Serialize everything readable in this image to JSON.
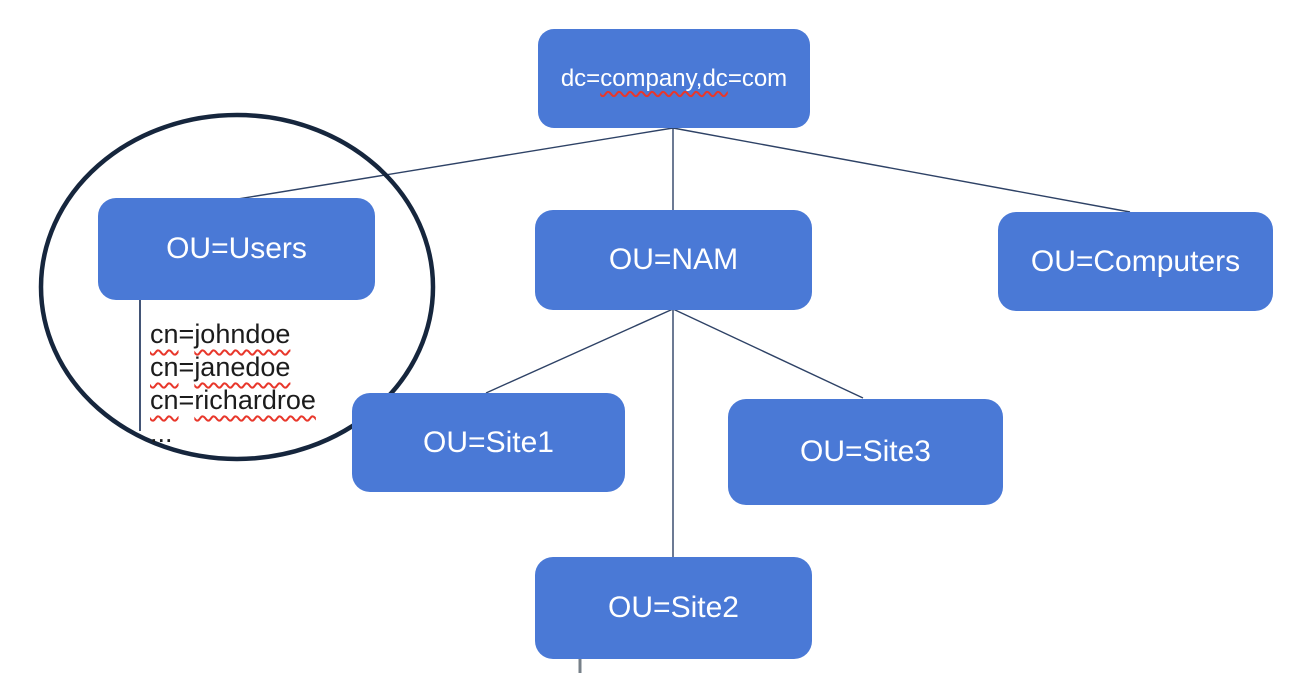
{
  "diagram": {
    "root": {
      "label": "dc=company,dc=com",
      "label_parts": {
        "prefix": "dc=",
        "misspelled": "company,dc",
        "suffix": "=com"
      }
    },
    "nodes": {
      "users": {
        "label": "OU=Users"
      },
      "nam": {
        "label": "OU=NAM"
      },
      "computers": {
        "label": "OU=Computers"
      },
      "site1": {
        "label": "OU=Site1"
      },
      "site3": {
        "label": "OU=Site3"
      },
      "site2": {
        "label": "OU=Site2"
      }
    },
    "users_entries": {
      "rows": [
        {
          "attr": "cn",
          "eq": "=",
          "name": "johndoe"
        },
        {
          "attr": "cn",
          "eq": "=",
          "name": "janedoe"
        },
        {
          "attr": "cn",
          "eq": "=",
          "name": "richardroe"
        }
      ],
      "more_indicator": "..."
    },
    "theme": {
      "node_fill": "#4a79d6",
      "node_text": "#ffffff",
      "connector": "#2e4266",
      "circle_stroke": "#16263d",
      "spellcheck_squiggle": "#e8372b",
      "annotation_text": "#1c1c1c",
      "background": "#ffffff"
    }
  }
}
